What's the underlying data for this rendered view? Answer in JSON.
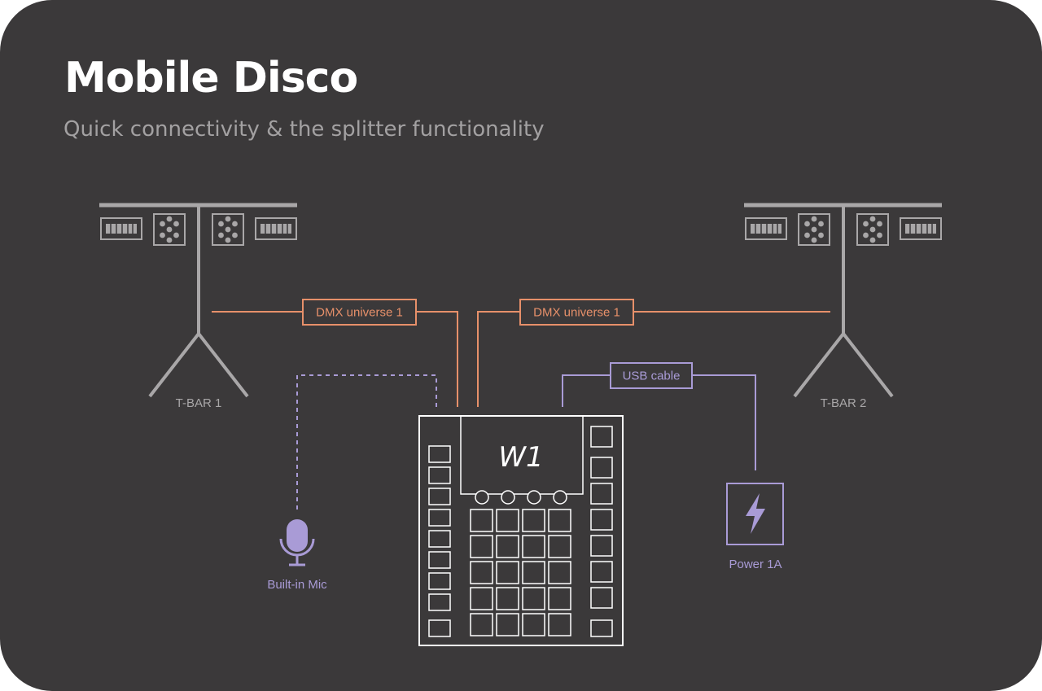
{
  "header": {
    "title": "Mobile Disco",
    "subtitle": "Quick connectivity & the splitter functionality"
  },
  "tbars": [
    {
      "label": "T-BAR 1"
    },
    {
      "label": "T-BAR 2"
    }
  ],
  "connections": {
    "dmx_left": "DMX universe 1",
    "dmx_right": "DMX universe 1",
    "usb": "USB cable"
  },
  "device": {
    "logo": "W1"
  },
  "mic": {
    "label": "Built-in Mic",
    "icon": "microphone-icon"
  },
  "power": {
    "label": "Power 1A",
    "icon": "lightning-icon"
  },
  "colors": {
    "background": "#3b393a",
    "dmx": "#e7906a",
    "usb": "#a99bd6",
    "truss": "#a9a7a8",
    "device": "#ffffff"
  }
}
